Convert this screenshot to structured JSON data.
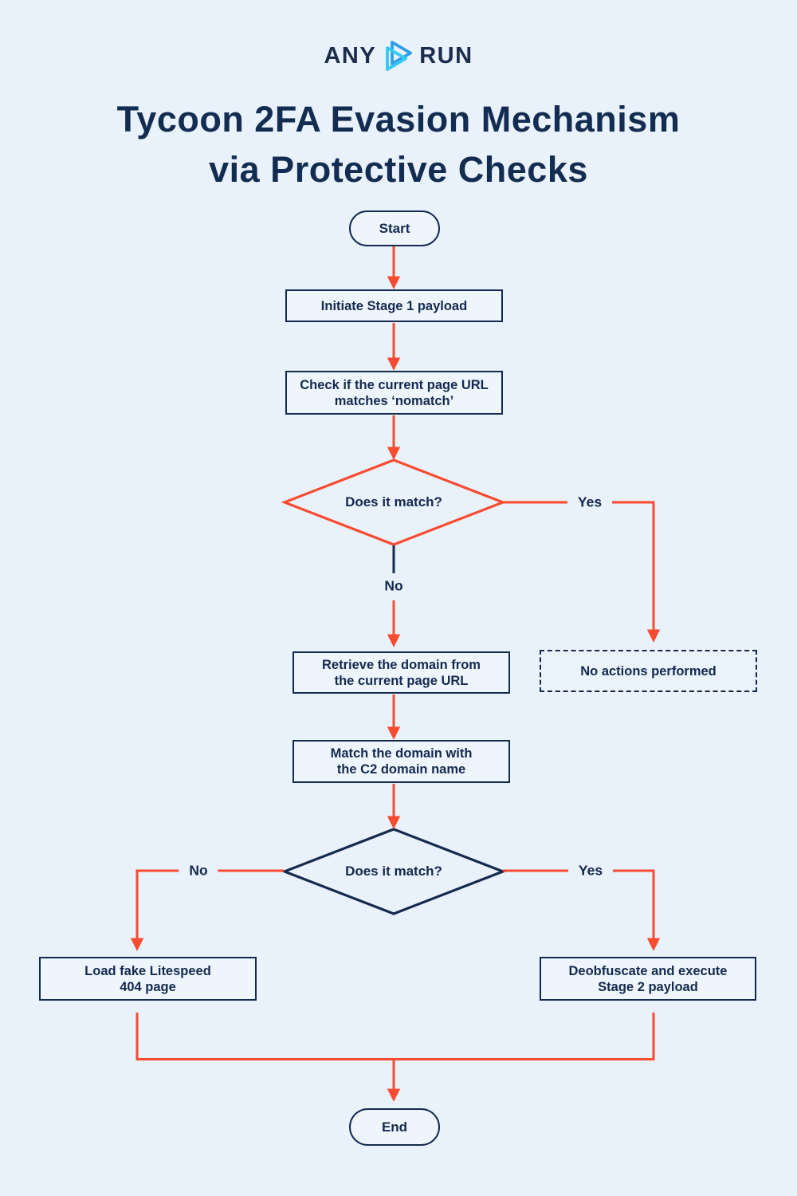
{
  "page": {
    "background": "#E9F1FA",
    "navy": "#14294E",
    "red": "#F84B30",
    "logo_cyan": "#35C9F2",
    "logo_blue": "#2E9EE7"
  },
  "logo": {
    "text_left": "ANY",
    "text_right": "RUN",
    "icon": "play-triangle-icon"
  },
  "title": {
    "line1": "Tycoon 2FA Evasion Mechanism",
    "line2": "via Protective Checks"
  },
  "nodes": {
    "start": {
      "label": "Start",
      "type": "terminator"
    },
    "initiate_stage1": {
      "line1": "Initiate Stage 1 payload",
      "type": "process"
    },
    "check_url": {
      "line1": "Check if the current page URL",
      "line2": "matches ‘nomatch’",
      "type": "process"
    },
    "decision_url": {
      "label": "Does it match?",
      "type": "decision"
    },
    "no_actions": {
      "line1": "No actions performed",
      "type": "process-dashed"
    },
    "retrieve_domain": {
      "line1": "Retrieve the domain from",
      "line2": "the current page URL",
      "type": "process"
    },
    "match_domain": {
      "line1": "Match the domain with",
      "line2": "the C2 domain name",
      "type": "process"
    },
    "decision_domain": {
      "label": "Does it match?",
      "type": "decision"
    },
    "fake_404": {
      "line1": "Load fake Litespeed",
      "line2": "404 page",
      "type": "process"
    },
    "stage2": {
      "line1": "Deobfuscate and execute",
      "line2": "Stage 2 payload",
      "type": "process"
    },
    "end": {
      "label": "End",
      "type": "terminator"
    }
  },
  "edge_labels": {
    "url_yes": "Yes",
    "url_no": "No",
    "domain_yes": "Yes",
    "domain_no": "No"
  }
}
